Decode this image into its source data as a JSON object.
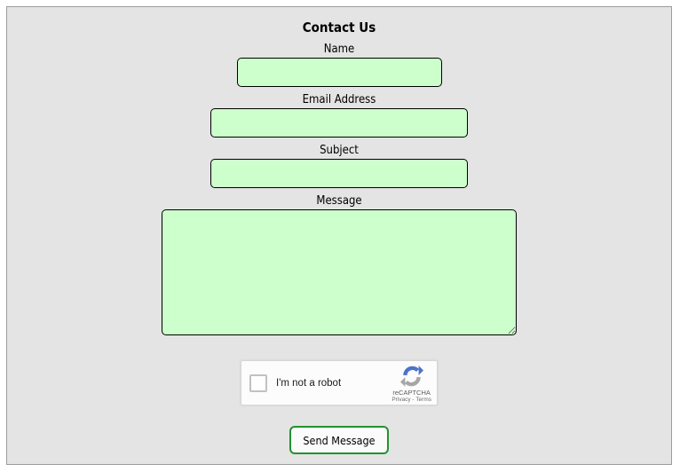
{
  "header": {
    "title": "Contact Us"
  },
  "form": {
    "fields": [
      {
        "label": "Name",
        "value": ""
      },
      {
        "label": "Email Address",
        "value": ""
      },
      {
        "label": "Subject",
        "value": ""
      },
      {
        "label": "Message",
        "value": ""
      }
    ],
    "field_background": "#ccffcc",
    "field_border": "#000000"
  },
  "recaptcha": {
    "checkbox_label": "I'm not a robot",
    "brand": "reCAPTCHA",
    "privacy_link": "Privacy",
    "separator": " - ",
    "terms_link": "Terms",
    "logo_blue": "#4a74c9",
    "logo_gray": "#a6a6a6"
  },
  "actions": {
    "send_button_label": "Send Message",
    "send_button_border": "#22922e"
  },
  "colors": {
    "panel_background": "#e4e4e4",
    "panel_border": "#9c9c9c"
  }
}
